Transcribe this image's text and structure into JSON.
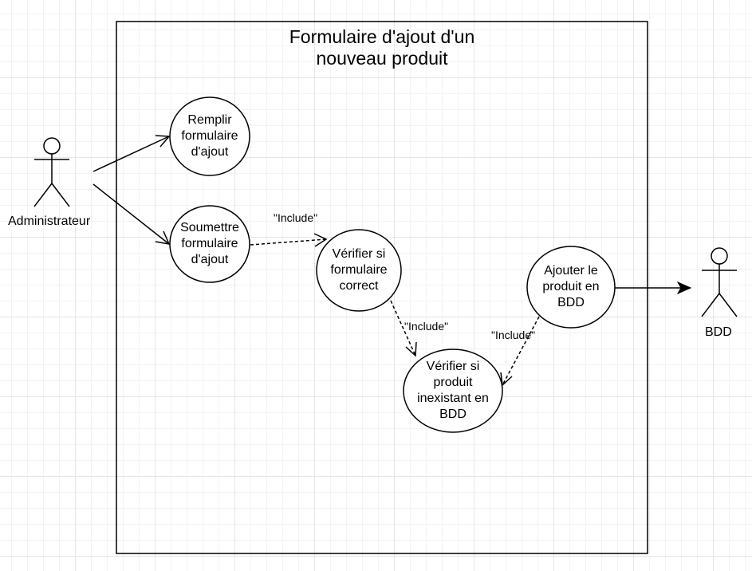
{
  "diagram": {
    "system": {
      "title_line1": "Formulaire d'ajout d'un",
      "title_line2": "nouveau produit"
    },
    "actors": {
      "admin": {
        "name": "Administrateur"
      },
      "bdd": {
        "name": "BDD"
      }
    },
    "use_cases": {
      "remplir": {
        "line1": "Remplir",
        "line2": "formulaire",
        "line3": "d'ajout"
      },
      "soumettre": {
        "line1": "Soumettre",
        "line2": "formulaire",
        "line3": "d'ajout"
      },
      "verifier_formulaire": {
        "line1": "Vérifier si",
        "line2": "formulaire",
        "line3": "correct"
      },
      "ajouter": {
        "line1": "Ajouter le",
        "line2": "produit en",
        "line3": "BDD"
      },
      "verifier_produit": {
        "line1": "Vérifier si",
        "line2": "produit",
        "line3": "inexistant en",
        "line4": "BDD"
      }
    },
    "relations": {
      "include_1": "\"Include\"",
      "include_2": "\"Include\"",
      "include_3": "\"Include\""
    }
  }
}
